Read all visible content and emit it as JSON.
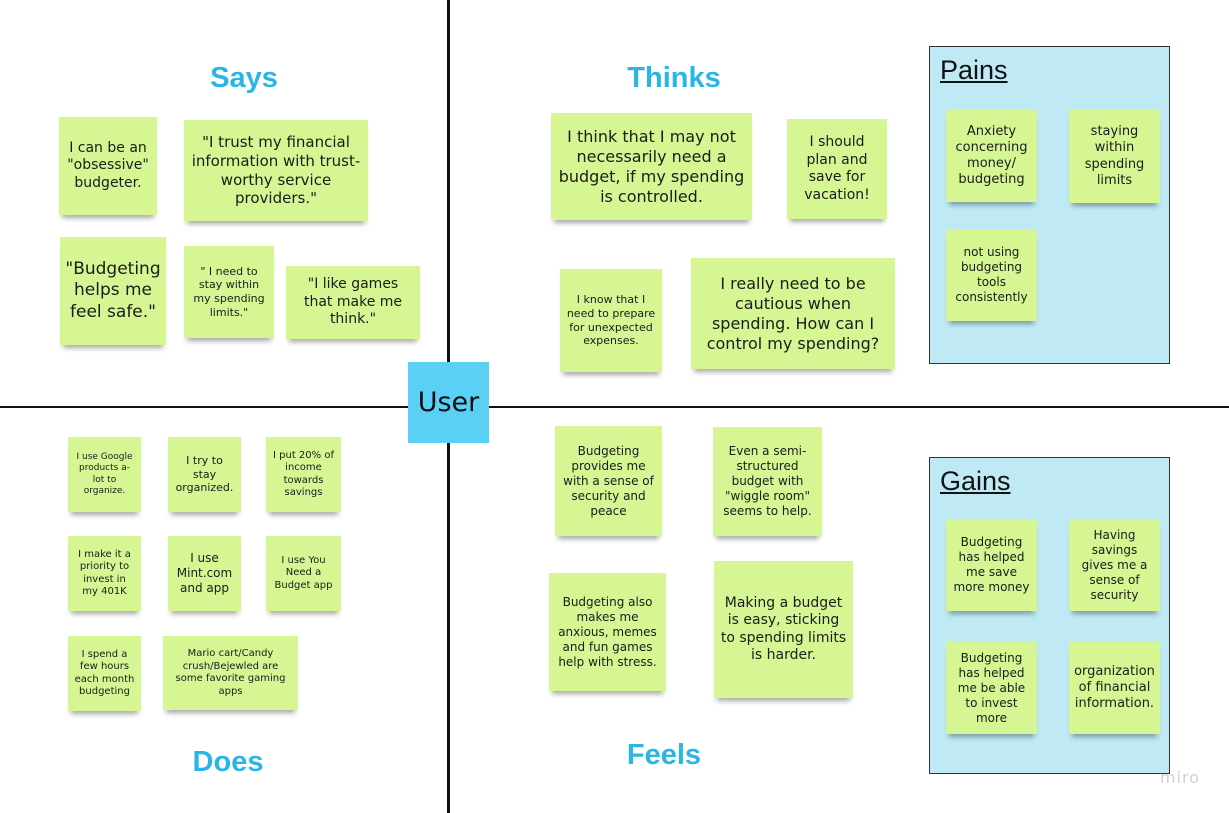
{
  "center_label": "User",
  "watermark": "miro",
  "quadrants": {
    "says": {
      "title": "Says",
      "notes": [
        "I can be an \"obsessive\" budgeter.",
        "\"I trust my financial information with trust-worthy service providers.\"",
        "\"Budgeting helps me feel safe.\"",
        "\" I need to stay within my spending limits.\"",
        "\"I like games that make me think.\""
      ]
    },
    "thinks": {
      "title": "Thinks",
      "notes": [
        "I think that I may not necessarily need a budget, if my spending is controlled.",
        "I should plan and save for vacation!",
        "I know that I need to prepare for unexpected expenses.",
        "I really need to be cautious when spending. How can I control my spending?"
      ]
    },
    "does": {
      "title": "Does",
      "notes": [
        "I use Google products a-lot to organize.",
        "I try to stay organized.",
        "I put 20% of income towards savings",
        "I make it a priority to invest in my 401K",
        "I  use Mint.com and app",
        "I use You Need a Budget app",
        "I spend a few hours each month budgeting",
        "Mario cart/Candy crush/Bejewled are some favorite gaming apps"
      ]
    },
    "feels": {
      "title": "Feels",
      "notes": [
        "Budgeting provides me with a sense of security and peace",
        "Even a semi-structured budget  with \"wiggle  room\" seems to help.",
        "Budgeting also makes me anxious, memes and fun games help with stress.",
        "Making a budget is easy, sticking to spending limits is harder."
      ]
    }
  },
  "pains": {
    "title": "Pains",
    "notes": [
      "Anxiety concerning money/ budgeting",
      "staying within spending limits",
      "not using budgeting tools consistently"
    ]
  },
  "gains": {
    "title": "Gains",
    "notes": [
      "Budgeting has helped me save more money",
      "Having savings gives me a sense of security",
      "Budgeting has helped me be able to invest more",
      "organization of financial information."
    ]
  }
}
